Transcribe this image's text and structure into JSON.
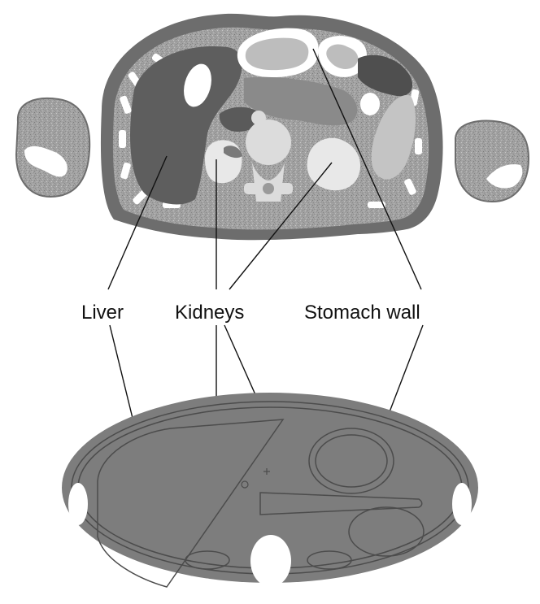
{
  "labels": {
    "liver": "Liver",
    "kidneys": "Kidneys",
    "stomach_wall": "Stomach wall"
  },
  "colors": {
    "background": "#ffffff",
    "body_outline": "#6d6d6d",
    "fat_tissue": "#9a9a9a",
    "liver": "#5e5e5e",
    "organ_light": "#c4c4c4",
    "organ_white": "#ffffff",
    "stylized_body": "#7d7d7d",
    "stylized_outline": "#4c4c4c",
    "leader_line": "#111111"
  }
}
